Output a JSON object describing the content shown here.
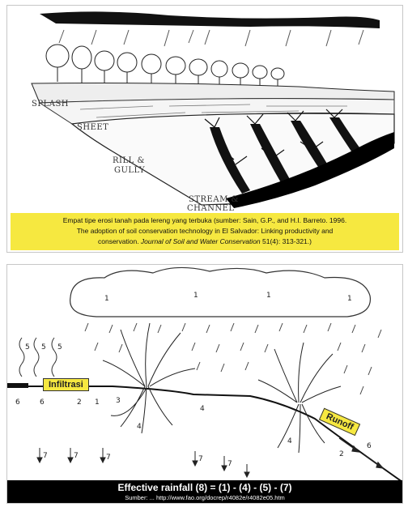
{
  "top_diagram": {
    "labels": {
      "splash": "SPLASH",
      "sheet": "SHEET",
      "rill_gully_1": "RILL &",
      "rill_gully_2": "GULLY",
      "stream_1": "STREAM &",
      "stream_2": "CHANNEL"
    },
    "caption": {
      "line1": "Empat tipe erosi tanah pada lereng yang terbuka  (sumber: Sain, G.P., and H.I. Barreto. 1996.",
      "line2": "The adoption of soil conservation technology in El Salvador: Linking productivity and",
      "line3_a": "conservation. ",
      "line3_journal": "Journal of Soil and Water Conservation",
      "line3_b": " 51(4): 313-321.)"
    }
  },
  "bottom_diagram": {
    "infiltration_label": "Infiltrasi",
    "runoff_label": "Runoff",
    "cloud_numbers": [
      "1",
      "1",
      "1",
      "1"
    ],
    "flow_numbers": [
      "5",
      "5",
      "5",
      "6",
      "6",
      "2",
      "1",
      "3",
      "4",
      "4",
      "4",
      "7",
      "7",
      "7",
      "7",
      "7",
      "2",
      "6"
    ],
    "title": "Effective rainfall (8) = (1) - (4) - (5) - (7)",
    "source": "Sumber: ... http://www.fao.org/docrep/r4082e/r4082e05.htm"
  },
  "colors": {
    "caption_bg": "#f6e840",
    "band_bg": "#000000",
    "ink": "#1a1a1a"
  }
}
